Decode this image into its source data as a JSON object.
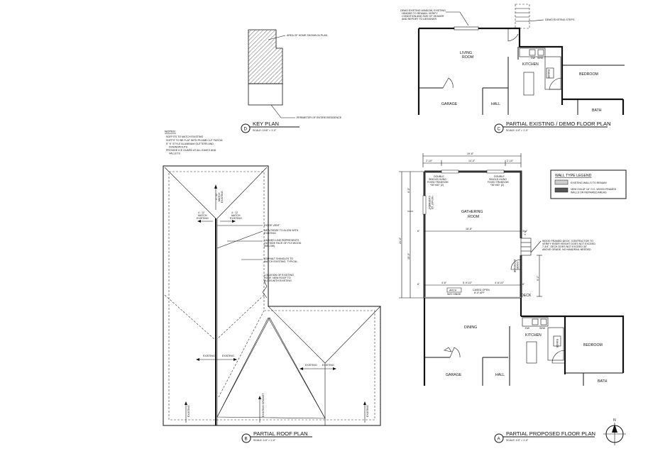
{
  "key_plan": {
    "callout_area": "AREA OF HOME SHOWN IN PLAN",
    "callout_perimeter": "PERIMETER OF ENTIRE RESIDENCE",
    "title": "KEY PLAN",
    "tag": "D",
    "scale": "SCALE: 1/16\" = 1'-0\""
  },
  "notes": {
    "heading": "NOTES:",
    "items": [
      "SOFFITS TO MATCH EXISTING",
      "SOFFIT TO BE FLAT WITH PLUMB CUT FASCIA",
      "5\" 'K' STYLE ALUMINUM GUTTERS AND",
      "DOWNSPOUTS",
      "PROVIDE ICE GUARD AT ALL EAVES AND",
      "VALLEYS"
    ]
  },
  "roof_plan": {
    "pitch_right_top": "4 : 12",
    "pitch_right_mid": "MATCH",
    "pitch_right_bot": "EXISTING",
    "pitch_left_top": "4 : 12",
    "pitch_left_mid": "MATCH",
    "pitch_left_bot": "EXISTING",
    "pitch_top_a": "4 : 12",
    "pitch_top_b": "MATCH",
    "pitch_top_c": "EXISTING",
    "callout_ridge_vent": "RIDGE VENT",
    "callout_new_ridge_1": "NEW RIDGE TO ALIGN WITH",
    "callout_new_ridge_2": "EXISTING",
    "callout_dashed_1": "DASHED LINE REPRESENTS",
    "callout_dashed_2": "OUTSIDE FACE OF PLY-WOOD",
    "callout_dashed_3": "(BELOW)",
    "callout_asphalt_1": "ASPHALT SHINGLES TO",
    "callout_asphalt_2": "MATCH EXISTING, TYPICAL",
    "callout_loc_1": "LOCATION OF EXISTING",
    "callout_loc_2": "ROOF. NEW ROOF TO",
    "callout_loc_3": "ALIGN WITH EXISTING",
    "existing": "EXISTING",
    "existing_cricket": "EXISTING CRICKET",
    "title": "PARTIAL ROOF PLAN",
    "tag": "B",
    "scale": "SCALE: 1/4\" = 1'-0\""
  },
  "demo_plan": {
    "callout_window_1": "DEMO EXISTING WINDOW, EXISTING",
    "callout_window_2": "HEADER TO REMAIN. VERIFY",
    "callout_window_3": "CONDITION AND SIZE OF HEADER",
    "callout_window_4": "AND REPORT TO DESIGNER",
    "callout_steps": "DEMO EXISTING STEPS",
    "living": "LIVING",
    "room": "ROOM",
    "kitchen": "KITCHEN",
    "bedroom": "BEDROOM",
    "garage": "GARAGE",
    "hall": "HALL",
    "bath": "BATH",
    "dw": "DW",
    "sink": "SINK",
    "range": "RANGE",
    "title": "PARTIAL EXISTING / DEMO FLOOR PLAN",
    "tag": "C",
    "scale": "SCALE: 1/4\" = 1'-0\""
  },
  "legend": {
    "title": "WALL TYPE LEGEND",
    "existing": "EXISTING WALLS TO REMAIN",
    "new_1": "NEW 2X6 AT 16\" O.C. WOOD FRAMED",
    "new_2": "WALLS OR REPAIRED AREAS"
  },
  "proposed_plan": {
    "dim_total": "19'-8\"",
    "dim_left": "2'-10\"",
    "dim_mid": "14'-0\"",
    "dim_right": "2'-10\"",
    "dim_side_total": "21'-0\"",
    "dim_side_a": "6'-0\"",
    "dim_side_b": "15'-0\"",
    "dim_inner": "18'-8\"",
    "dim_stair_a": "3'-4\"",
    "dim_stair_b": "3'-0\"",
    "dim_bot_a": "4'-6\"",
    "dim_bot_b": "5'-9 1/2\"",
    "dim_bot_c": "4'-8 1/2\"",
    "dim_bot_d": "6'-0\"",
    "dim_deck": "9'-1\"",
    "dim_6a": "6\"",
    "dim_6b": "6\"",
    "dim_6c": "6\"",
    "win_left_1": "DOUBLE",
    "win_left_2": "SINGLE-HUNG",
    "win_left_3": "FIXED TRANSOM",
    "win_left_4": "*36\"x60\" (2)",
    "win_right_1": "DOUBLE",
    "win_right_2": "SINGLE-HUNG",
    "win_right_3": "FIXED TRANSOM",
    "win_right_4": "*36\"x60\" (2)",
    "win_side_1": "CASEMENT",
    "win_side_2": "*48\"x48\" (2)",
    "door_side_1": "EXTERIOR",
    "door_side_2": "DOOR",
    "gathering": "GATHERING",
    "room": "ROOM",
    "arch_1": "ARCH",
    "arch_2": "W/O HINGE",
    "cased_1": "CASED OPEN",
    "cased_2": "8'-0\" AFF",
    "deck_label": "DECK",
    "deck_note_1": "WOOD FRAMED DECK. CONTRACTOR TO",
    "deck_note_2": "VERIFY RISER HEIGHT DOES NOT EXCEED",
    "deck_note_3": "7-3/4\". DECK DOES NOT EXCEED 30\"",
    "deck_note_4": "ABOVE GRADE, NO HANDRAIL NEEDED",
    "dining": "DINING",
    "kitchen": "KITCHEN",
    "bedroom": "BEDROOM",
    "garage": "GARAGE",
    "hall": "HALL",
    "bath": "BATH",
    "dw": "DW",
    "sink": "SINK",
    "range": "RANGE",
    "title": "PARTIAL PROPOSED FLOOR PLAN",
    "tag": "A",
    "scale": "SCALE: 1/4\" = 1'-0\""
  },
  "north": {
    "label": "N"
  }
}
